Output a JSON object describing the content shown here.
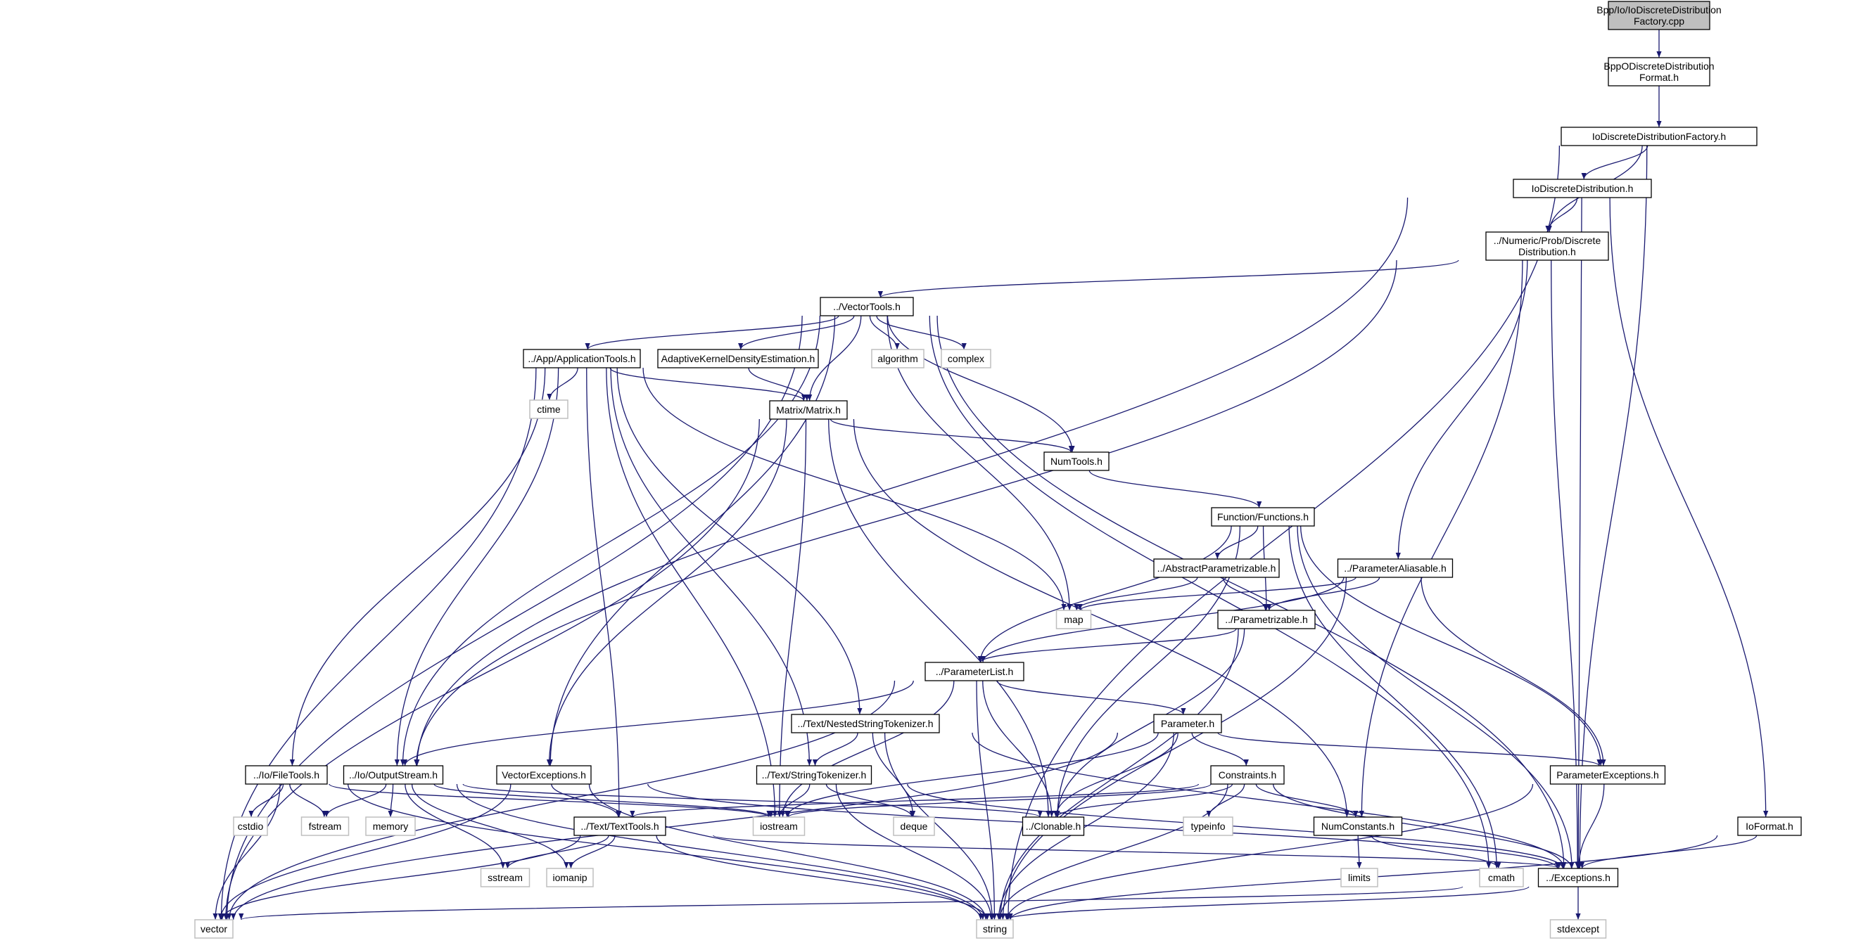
{
  "graph": {
    "edge_color": "#191970",
    "root_fill": "#bfbfbf",
    "system_border": "#bfbfbf",
    "nodes": {
      "root": {
        "label": "Bpp/Io/IoDiscreteDistribution\nFactory.cpp",
        "kind": "root"
      },
      "bppo": {
        "label": "BppODiscreteDistribution\nFormat.h",
        "kind": "file"
      },
      "iofactory": {
        "label": "IoDiscreteDistributionFactory.h",
        "kind": "file"
      },
      "iodd": {
        "label": "IoDiscreteDistribution.h",
        "kind": "file"
      },
      "discrete": {
        "label": "../Numeric/Prob/Discrete\nDistribution.h",
        "kind": "file"
      },
      "vectortools": {
        "label": "../VectorTools.h",
        "kind": "file"
      },
      "apptools": {
        "label": "../App/ApplicationTools.h",
        "kind": "file"
      },
      "akde": {
        "label": "AdaptiveKernelDensityEstimation.h",
        "kind": "file"
      },
      "algorithm": {
        "label": "algorithm",
        "kind": "system"
      },
      "complex": {
        "label": "complex",
        "kind": "system"
      },
      "ctime": {
        "label": "ctime",
        "kind": "system"
      },
      "matrix": {
        "label": "Matrix/Matrix.h",
        "kind": "file"
      },
      "numtools": {
        "label": "NumTools.h",
        "kind": "file"
      },
      "functions": {
        "label": "Function/Functions.h",
        "kind": "file"
      },
      "abspar": {
        "label": "../AbstractParametrizable.h",
        "kind": "file"
      },
      "paralias": {
        "label": "../ParameterAliasable.h",
        "kind": "file"
      },
      "map": {
        "label": "map",
        "kind": "system"
      },
      "parametrizable": {
        "label": "../Parametrizable.h",
        "kind": "file"
      },
      "paramlist": {
        "label": "../ParameterList.h",
        "kind": "file"
      },
      "nested": {
        "label": "../Text/NestedStringTokenizer.h",
        "kind": "file"
      },
      "parameter": {
        "label": "Parameter.h",
        "kind": "file"
      },
      "filetools": {
        "label": "../Io/FileTools.h",
        "kind": "file"
      },
      "outputstream": {
        "label": "../Io/OutputStream.h",
        "kind": "file"
      },
      "vecexc": {
        "label": "VectorExceptions.h",
        "kind": "file"
      },
      "strtok": {
        "label": "../Text/StringTokenizer.h",
        "kind": "file"
      },
      "constraints": {
        "label": "Constraints.h",
        "kind": "file"
      },
      "paramexc": {
        "label": "ParameterExceptions.h",
        "kind": "file"
      },
      "cstdio": {
        "label": "cstdio",
        "kind": "system"
      },
      "fstream": {
        "label": "fstream",
        "kind": "system"
      },
      "memory": {
        "label": "memory",
        "kind": "system"
      },
      "texttools": {
        "label": "../Text/TextTools.h",
        "kind": "file"
      },
      "iostream": {
        "label": "iostream",
        "kind": "system"
      },
      "deque": {
        "label": "deque",
        "kind": "system"
      },
      "clonable": {
        "label": "../Clonable.h",
        "kind": "file"
      },
      "typeinfo": {
        "label": "typeinfo",
        "kind": "system"
      },
      "numconst": {
        "label": "NumConstants.h",
        "kind": "file"
      },
      "ioformat": {
        "label": "IoFormat.h",
        "kind": "file"
      },
      "sstream": {
        "label": "sstream",
        "kind": "system"
      },
      "iomanip": {
        "label": "iomanip",
        "kind": "system"
      },
      "limits": {
        "label": "limits",
        "kind": "system"
      },
      "cmath": {
        "label": "cmath",
        "kind": "system"
      },
      "exceptions": {
        "label": "../Exceptions.h",
        "kind": "file"
      },
      "vector": {
        "label": "vector",
        "kind": "system"
      },
      "string": {
        "label": "string",
        "kind": "system"
      },
      "stdexcept": {
        "label": "stdexcept",
        "kind": "system"
      }
    },
    "edges": [
      [
        "root",
        "bppo"
      ],
      [
        "bppo",
        "iofactory"
      ],
      [
        "iofactory",
        "iodd"
      ],
      [
        "iofactory",
        "discrete"
      ],
      [
        "iofactory",
        "exceptions"
      ],
      [
        "iofactory",
        "string"
      ],
      [
        "iodd",
        "discrete"
      ],
      [
        "iodd",
        "outputstream"
      ],
      [
        "iodd",
        "ioformat"
      ],
      [
        "iodd",
        "exceptions"
      ],
      [
        "discrete",
        "vectortools"
      ],
      [
        "discrete",
        "paralias"
      ],
      [
        "discrete",
        "numconst"
      ],
      [
        "discrete",
        "exceptions"
      ],
      [
        "discrete",
        "outputstream"
      ],
      [
        "vectortools",
        "apptools"
      ],
      [
        "vectortools",
        "akde"
      ],
      [
        "vectortools",
        "algorithm"
      ],
      [
        "vectortools",
        "complex"
      ],
      [
        "vectortools",
        "matrix"
      ],
      [
        "vectortools",
        "numtools"
      ],
      [
        "vectortools",
        "map"
      ],
      [
        "vectortools",
        "vecexc"
      ],
      [
        "vectortools",
        "outputstream"
      ],
      [
        "vectortools",
        "vector"
      ],
      [
        "vectortools",
        "cmath"
      ],
      [
        "vectortools",
        "exceptions"
      ],
      [
        "apptools",
        "ctime"
      ],
      [
        "apptools",
        "matrix"
      ],
      [
        "apptools",
        "map"
      ],
      [
        "apptools",
        "filetools"
      ],
      [
        "apptools",
        "outputstream"
      ],
      [
        "apptools",
        "texttools"
      ],
      [
        "apptools",
        "iostream"
      ],
      [
        "apptools",
        "strtok"
      ],
      [
        "apptools",
        "nested"
      ],
      [
        "apptools",
        "vector"
      ],
      [
        "akde",
        "matrix"
      ],
      [
        "matrix",
        "numtools"
      ],
      [
        "matrix",
        "vecexc"
      ],
      [
        "matrix",
        "iostream"
      ],
      [
        "matrix",
        "clonable"
      ],
      [
        "matrix",
        "numconst"
      ],
      [
        "matrix",
        "vector"
      ],
      [
        "numtools",
        "functions"
      ],
      [
        "functions",
        "abspar"
      ],
      [
        "functions",
        "parametrizable"
      ],
      [
        "functions",
        "paramlist"
      ],
      [
        "functions",
        "paramexc"
      ],
      [
        "functions",
        "clonable"
      ],
      [
        "functions",
        "cmath"
      ],
      [
        "functions",
        "exceptions"
      ],
      [
        "abspar",
        "parametrizable"
      ],
      [
        "abspar",
        "map"
      ],
      [
        "paralias",
        "parametrizable"
      ],
      [
        "paralias",
        "paramlist"
      ],
      [
        "paralias",
        "map"
      ],
      [
        "paralias",
        "paramexc"
      ],
      [
        "paralias",
        "string"
      ],
      [
        "parametrizable",
        "paramlist"
      ],
      [
        "parametrizable",
        "clonable"
      ],
      [
        "parametrizable",
        "string"
      ],
      [
        "paramlist",
        "parameter"
      ],
      [
        "paramlist",
        "outputstream"
      ],
      [
        "paramlist",
        "iostream"
      ],
      [
        "paramlist",
        "clonable"
      ],
      [
        "paramlist",
        "string"
      ],
      [
        "paramlist",
        "vector"
      ],
      [
        "nested",
        "strtok"
      ],
      [
        "nested",
        "deque"
      ],
      [
        "nested",
        "string"
      ],
      [
        "nested",
        "exceptions"
      ],
      [
        "parameter",
        "constraints"
      ],
      [
        "parameter",
        "paramexc"
      ],
      [
        "parameter",
        "clonable"
      ],
      [
        "parameter",
        "iostream"
      ],
      [
        "parameter",
        "vector"
      ],
      [
        "parameter",
        "string"
      ],
      [
        "constraints",
        "numconst"
      ],
      [
        "constraints",
        "typeinfo"
      ],
      [
        "constraints",
        "clonable"
      ],
      [
        "constraints",
        "texttools"
      ],
      [
        "constraints",
        "iostream"
      ],
      [
        "constraints",
        "exceptions"
      ],
      [
        "constraints",
        "string"
      ],
      [
        "filetools",
        "cstdio"
      ],
      [
        "filetools",
        "fstream"
      ],
      [
        "filetools",
        "vector"
      ],
      [
        "filetools",
        "string"
      ],
      [
        "filetools",
        "iostream"
      ],
      [
        "outputstream",
        "fstream"
      ],
      [
        "outputstream",
        "memory"
      ],
      [
        "outputstream",
        "sstream"
      ],
      [
        "outputstream",
        "iomanip"
      ],
      [
        "outputstream",
        "iostream"
      ],
      [
        "outputstream",
        "string"
      ],
      [
        "outputstream",
        "clonable"
      ],
      [
        "vecexc",
        "texttools"
      ],
      [
        "vecexc",
        "vector"
      ],
      [
        "vecexc",
        "exceptions"
      ],
      [
        "vecexc",
        "string"
      ],
      [
        "strtok",
        "iostream"
      ],
      [
        "strtok",
        "deque"
      ],
      [
        "strtok",
        "string"
      ],
      [
        "strtok",
        "exceptions"
      ],
      [
        "texttools",
        "sstream"
      ],
      [
        "texttools",
        "iomanip"
      ],
      [
        "texttools",
        "vector"
      ],
      [
        "texttools",
        "string"
      ],
      [
        "texttools",
        "exceptions"
      ],
      [
        "numconst",
        "limits"
      ],
      [
        "numconst",
        "cmath"
      ],
      [
        "paramexc",
        "exceptions"
      ],
      [
        "paramexc",
        "string"
      ],
      [
        "ioformat",
        "exceptions"
      ],
      [
        "ioformat",
        "string"
      ],
      [
        "exceptions",
        "stdexcept"
      ],
      [
        "exceptions",
        "string"
      ],
      [
        "exceptions",
        "vector"
      ]
    ]
  }
}
